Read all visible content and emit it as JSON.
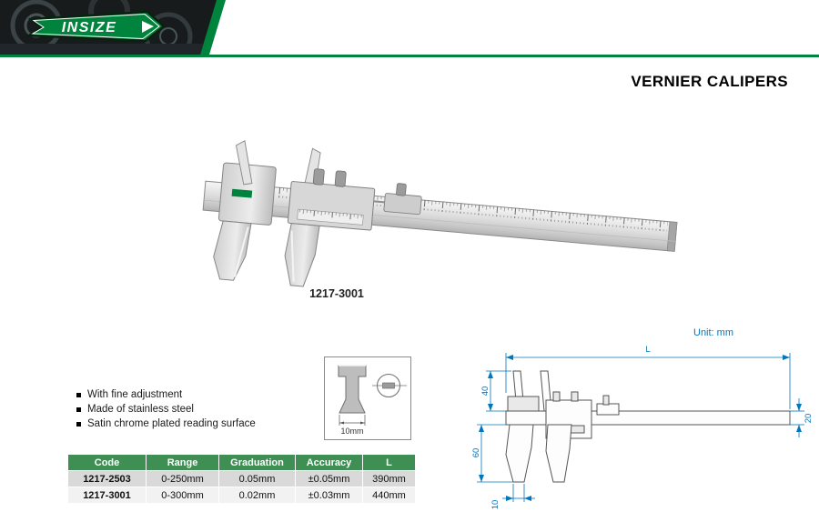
{
  "colors": {
    "brand_green": "#00843d",
    "table_header_green": "#3f8e53",
    "dimension_blue": "#0076bd"
  },
  "header": {
    "logo_text": "INSIZE"
  },
  "page_title": "VERNIER CALIPERS",
  "product": {
    "code_label": "1217-3001"
  },
  "features": [
    "With fine adjustment",
    "Made of stainless steel",
    "Satin chrome plated reading surface"
  ],
  "section_view": {
    "dimension_label": "10mm"
  },
  "dimension_drawing": {
    "unit_note": "Unit: mm",
    "labels": {
      "length": "L",
      "jaw_upper": "40",
      "beam": "20",
      "jaw_lower": "60",
      "tip": "10"
    }
  },
  "spec_table": {
    "headers": [
      "Code",
      "Range",
      "Graduation",
      "Accuracy",
      "L"
    ],
    "rows": [
      [
        "1217-2503",
        "0-250mm",
        "0.05mm",
        "±0.05mm",
        "390mm"
      ],
      [
        "1217-3001",
        "0-300mm",
        "0.02mm",
        "±0.03mm",
        "440mm"
      ]
    ]
  }
}
